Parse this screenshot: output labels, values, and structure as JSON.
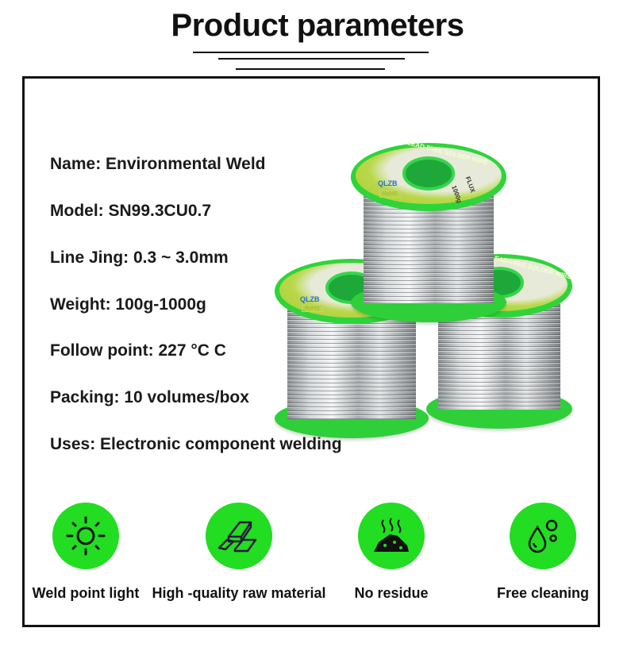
{
  "header": {
    "title": "Product parameters"
  },
  "specs": [
    "Name: Environmental Weld",
    "Model: SN99.3CU0.7",
    "Line Jing: 0.3 ~ 3.0mm",
    "Weight: 100g-1000g",
    "Follow point: 227 °C C",
    "Packing: 10 volumes/box",
    "Uses: Electronic component welding"
  ],
  "product_image": {
    "label": "LEAD-FREE SOLDER WIRE",
    "brand": "QLZB",
    "rohs": "RoHS",
    "flux": "FLUX",
    "weight": "1000g",
    "colors": {
      "flange": "#2fd43a",
      "hub": "#1ea83a",
      "wire": "#c8cccf"
    }
  },
  "features": [
    {
      "icon": "sun-icon",
      "label": "Weld point light"
    },
    {
      "icon": "metal-bars-icon",
      "label": "High -quality raw material"
    },
    {
      "icon": "residue-pile-icon",
      "label": "No residue"
    },
    {
      "icon": "water-drop-icon",
      "label": "Free cleaning"
    }
  ],
  "colors": {
    "accent": "#22dd22",
    "text": "#111111"
  }
}
